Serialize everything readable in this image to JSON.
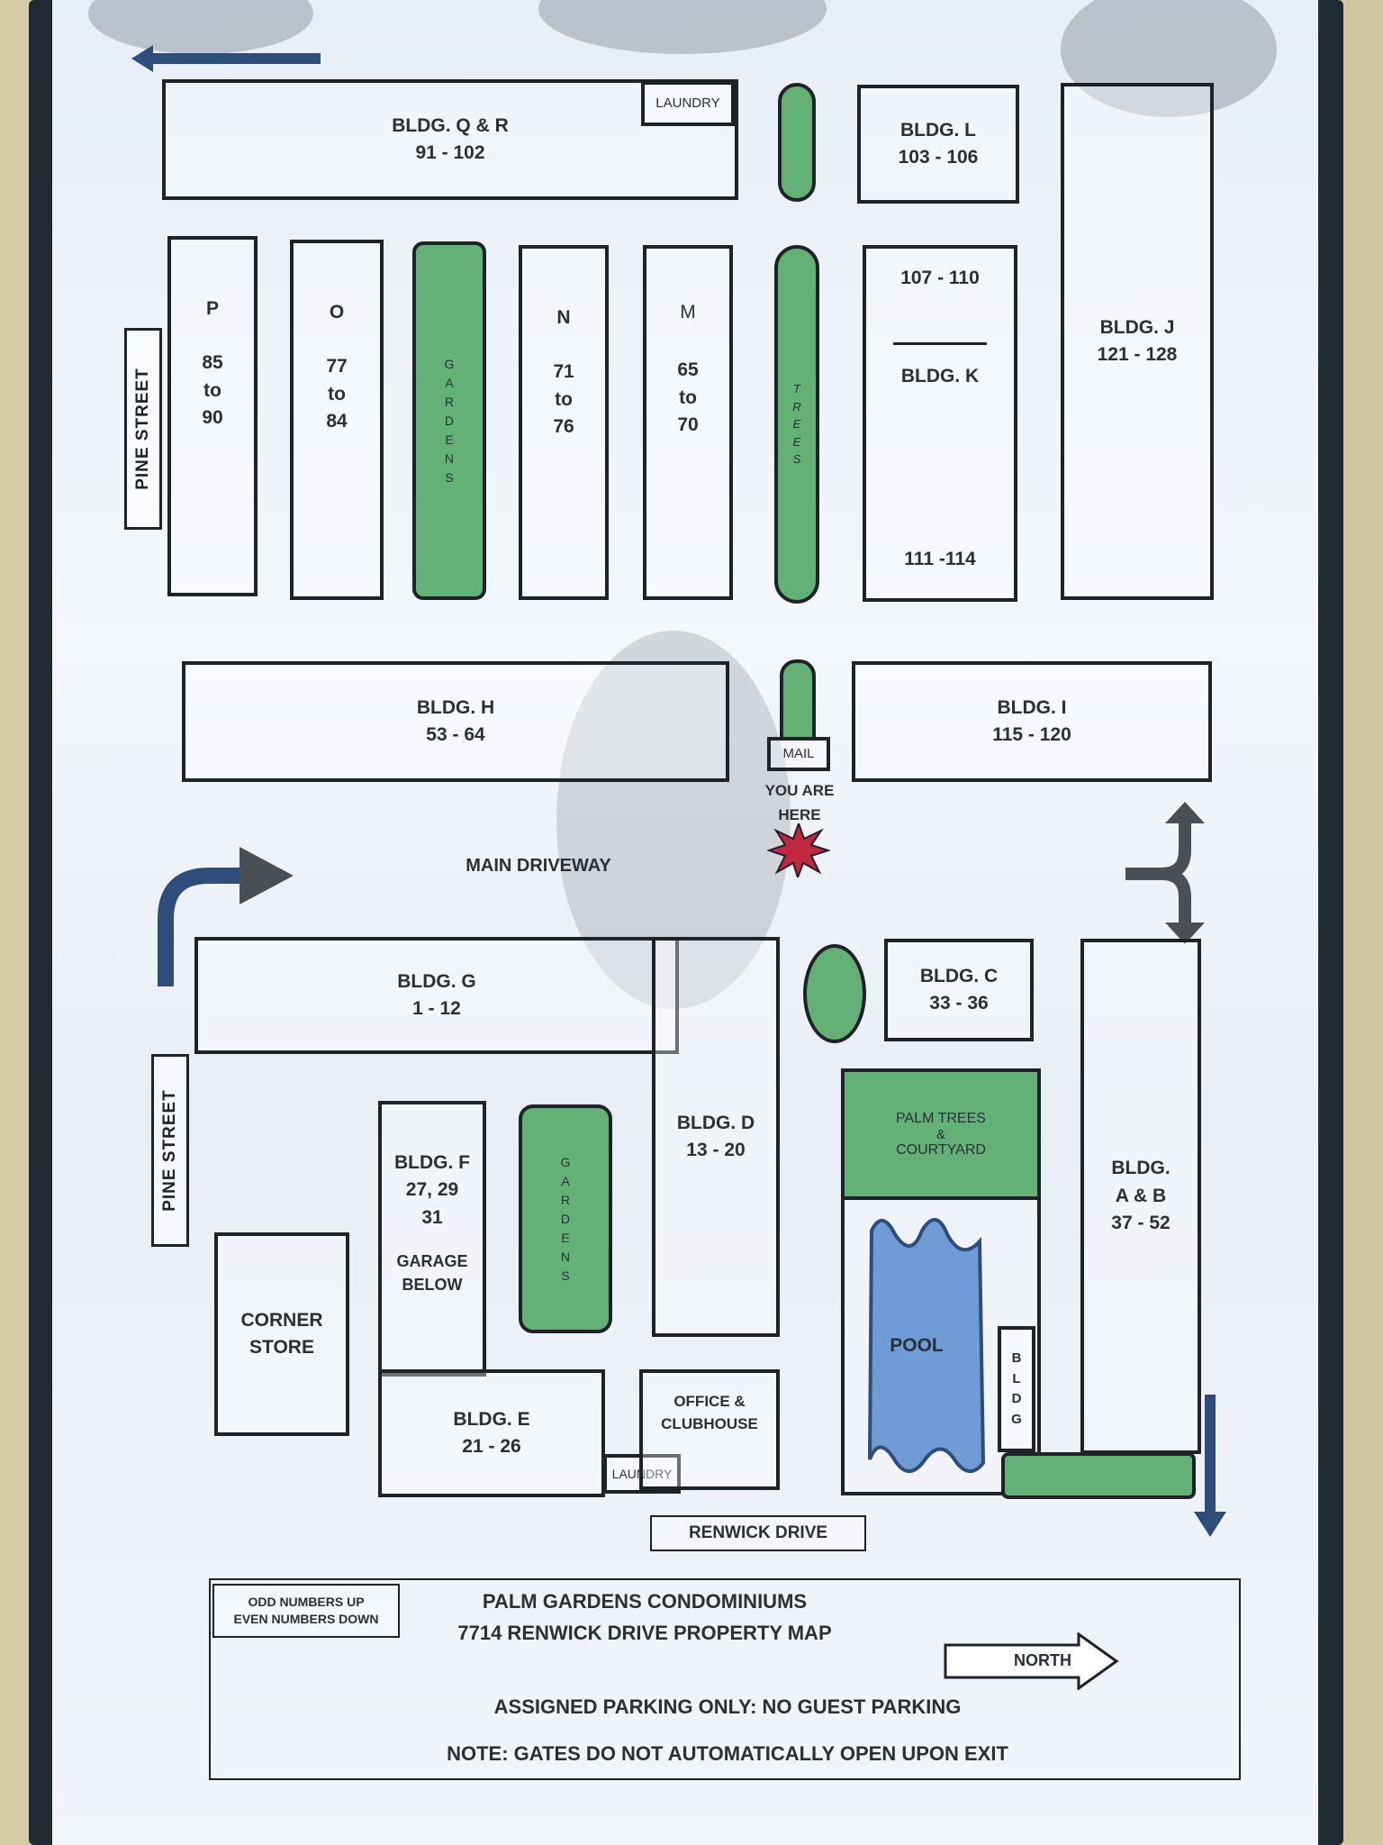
{
  "map": {
    "streets": {
      "pine_upper": "PINE STREET",
      "pine_lower": "PINE STREET",
      "renwick": "RENWICK DRIVE",
      "main_driveway": "MAIN DRIVEWAY"
    },
    "buildings": {
      "qr": {
        "name": "BLDG. Q & R",
        "units": "91 - 102"
      },
      "laundry_top": "LAUNDRY",
      "l": {
        "name": "BLDG. L",
        "units": "103 - 106"
      },
      "j": {
        "name": "BLDG. J",
        "units": "121 - 128"
      },
      "p": {
        "letter": "P",
        "from": "85",
        "to": "to",
        "end": "90"
      },
      "o": {
        "letter": "O",
        "from": "77",
        "to": "to",
        "end": "84"
      },
      "n": {
        "letter": "N",
        "from": "71",
        "to": "to",
        "end": "76"
      },
      "m": {
        "letter": "M",
        "from": "65",
        "to": "to",
        "end": "70"
      },
      "k": {
        "top": "107 - 110",
        "name": "BLDG. K",
        "bottom": "111 -114"
      },
      "h": {
        "name": "BLDG.  H",
        "units": "53 - 64"
      },
      "i": {
        "name": "BLDG. I",
        "units": "115 - 120"
      },
      "g": {
        "name": "BLDG. G",
        "units": "1 - 12"
      },
      "d": {
        "name": "BLDG. D",
        "units": "13 - 20"
      },
      "c": {
        "name": "BLDG. C",
        "units": "33 - 36"
      },
      "ab": {
        "name": "BLDG.",
        "name2": "A & B",
        "units": "37 - 52"
      },
      "f": {
        "name": "BLDG. F",
        "units": "27, 29",
        "units2": "31",
        "note": "GARAGE",
        "note2": "BELOW"
      },
      "corner_store": {
        "line1": "CORNER",
        "line2": "STORE"
      },
      "e": {
        "name": "BLDG. E",
        "units": "21 - 26"
      },
      "laundry_bottom": "LAUNDRY",
      "office": {
        "line1": "OFFICE &",
        "line2": "CLUBHOUSE"
      },
      "bldg_vertical": "BLDG"
    },
    "greens": {
      "gardens_top": "GARDENS",
      "trees": "TREES",
      "gardens_bottom": "GARDENS",
      "courtyard": {
        "line1": "PALM TREES",
        "line2": "&",
        "line3": "COURTYARD"
      },
      "pool": "POOL"
    },
    "mail": "MAIL",
    "you_are_here": {
      "line1": "YOU ARE",
      "line2": "HERE"
    }
  },
  "legend": {
    "odd_even": {
      "line1": "ODD NUMBERS UP",
      "line2": "EVEN NUMBERS DOWN"
    },
    "title": "PALM GARDENS CONDOMINIUMS",
    "subtitle": "7714 RENWICK DRIVE   PROPERTY MAP",
    "north": "NORTH",
    "parking": "ASSIGNED PARKING ONLY: NO GUEST PARKING",
    "note": "NOTE:  GATES DO NOT AUTOMATICALLY OPEN UPON EXIT"
  },
  "colors": {
    "green": "#63b177",
    "pool": "#6f9bd6",
    "arrow_blue": "#2e4d7a",
    "arrow_gray": "#4a4f55",
    "star": "#c0283c"
  }
}
